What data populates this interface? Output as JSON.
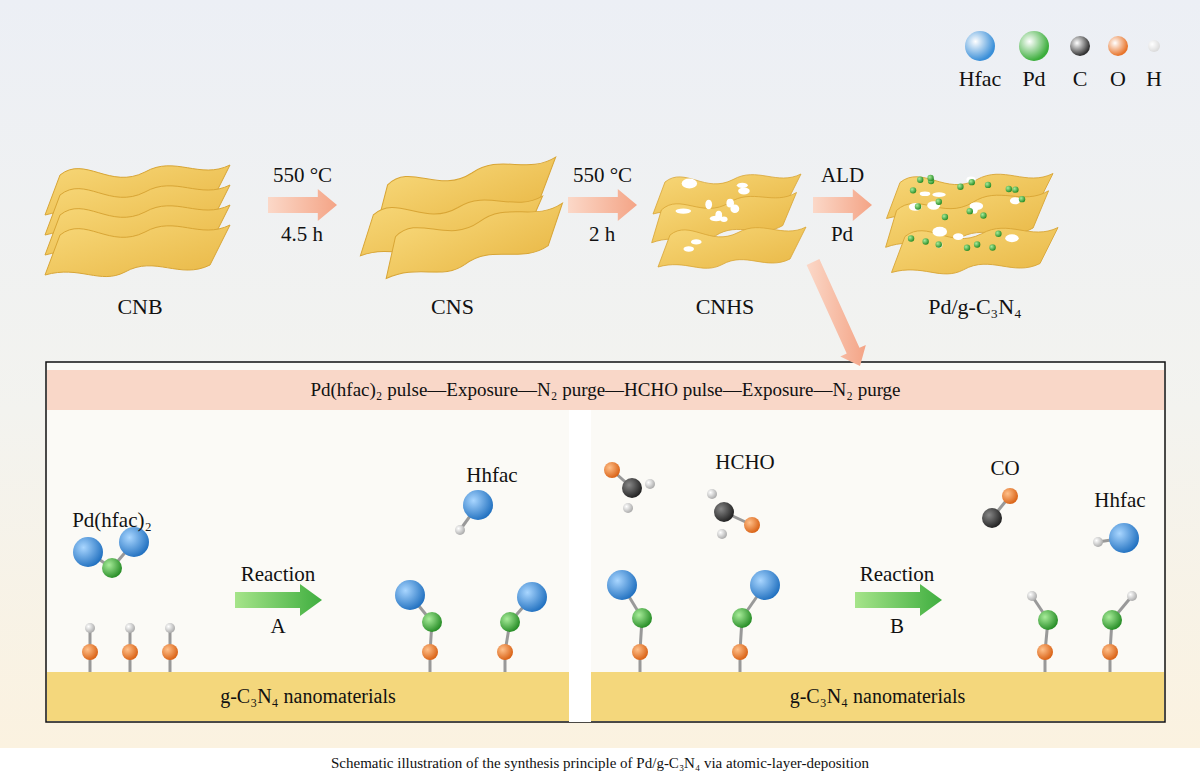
{
  "diagram": {
    "caption": "Schematic illustration of the synthesis principle of Pd/g-C₃N₄ via atomic-layer-deposition",
    "nodes": [
      {
        "text": [
          "CNB"
        ]
      },
      {
        "text": [
          "CNS"
        ]
      },
      {
        "text": [
          "CNHS"
        ]
      },
      {
        "text": [
          "Pd/g-C₃N₄"
        ]
      },
      {
        "text": [
          "Pd(hfac)₂ pulse—Exposure—N₂ purge—HCHO pulse—Exposure—N₂ purge"
        ]
      },
      {
        "text": [
          "g-C₃N₄ nanomaterials"
        ]
      },
      {
        "text": [
          "g-C₃N₄ nanomaterials"
        ]
      }
    ],
    "edges": [
      {
        "from": 0,
        "to": 1,
        "arrow": "to",
        "label": "550 °C"
      },
      {
        "from": 1,
        "to": 2,
        "arrow": "to",
        "label": "550 °C"
      },
      {
        "from": 2,
        "to": 3,
        "arrow": "to",
        "label": "ALD"
      },
      {
        "from": 2,
        "to": 4,
        "arrow": "to"
      }
    ],
    "labels": [
      "4.5 h",
      "2 h",
      "Pd",
      "Pd(hfac)₂",
      "Reaction",
      "A",
      "Hhfac",
      "HCHO",
      "CO",
      "Hhfac",
      "Reaction",
      "B"
    ],
    "legend": [
      {
        "text": "Hfac",
        "color": "#3a8fd8"
      },
      {
        "text": "Pd",
        "color": "#3cae3c"
      },
      {
        "text": "C",
        "color": "#333333"
      },
      {
        "text": "O",
        "color": "#e8742a"
      },
      {
        "text": "H",
        "color": "#dcdcdc"
      }
    ]
  }
}
